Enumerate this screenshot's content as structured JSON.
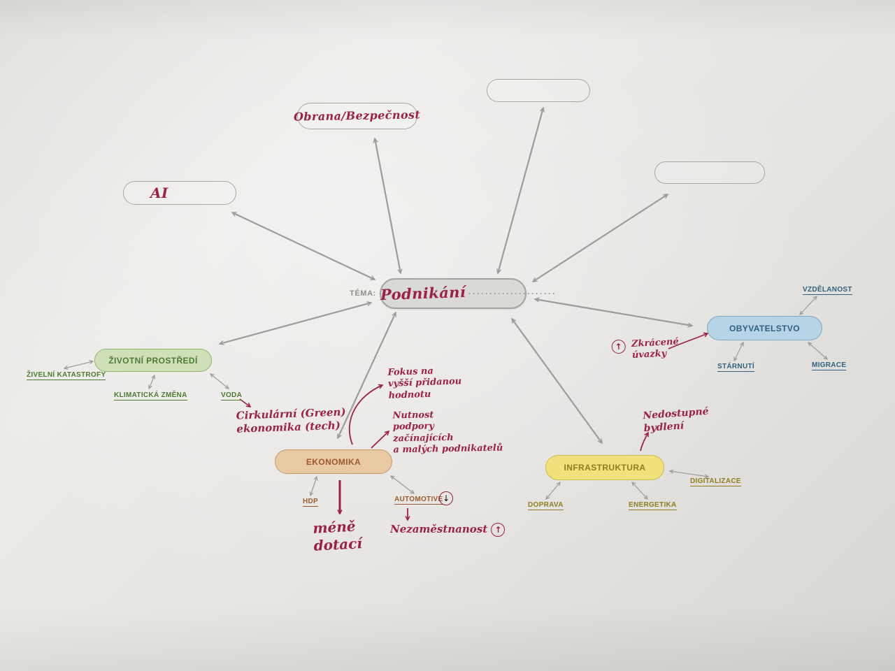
{
  "colors": {
    "paper": "#e7e5e2",
    "arrow_gray": "#9c9c9a",
    "handwriting_red": "#9b2242",
    "center_fill": "#d9d9d6",
    "green_fill": "#cfe0b8",
    "green_text": "#4e7a34",
    "tan_fill": "#e9c9a4",
    "tan_text": "#9c5b2e",
    "yellow_fill": "#f1e17c",
    "yellow_text": "#8f7d1e",
    "blue_fill": "#b7d3e6",
    "blue_text": "#2f617f"
  },
  "center": {
    "prefix": "TÉMA:",
    "topic": "Podnikání",
    "dots": "·····················"
  },
  "nodes": {
    "obrana": {
      "text": "Obrana/Bezpečnost"
    },
    "ai": {
      "text": "AI"
    },
    "zivotni_prostredi": {
      "label": "ŽIVOTNÍ PROSTŘEDÍ",
      "subs": {
        "zivelni_katastrofy": "ŽIVELNÍ KATASTROFY",
        "klimaticka_zmena": "KLIMATICKÁ ZMĚNA",
        "voda": "VODA"
      }
    },
    "ekonomika": {
      "label": "EKONOMIKA",
      "subs": {
        "hdp": "HDP",
        "automotive": "AUTOMOTIVE"
      }
    },
    "infrastruktura": {
      "label": "INFRASTRUKTURA",
      "subs": {
        "doprava": "DOPRAVA",
        "energetika": "ENERGETIKA",
        "digitalizace": "DIGITALIZACE"
      }
    },
    "obyvatelstvo": {
      "label": "OBYVATELSTVO",
      "subs": {
        "vzdelanost": "VZDĚLANOST",
        "starnuti": "STÁRNUTÍ",
        "migrace": "MIGRACE"
      }
    }
  },
  "handwritten": {
    "fokus": "Fokus na\nvyšší přidanou\nhodnotu",
    "nutnost": "Nutnost\npodpory\nzačínajících\na malých podnikatelů",
    "mene_dotaci": "méně\ndotací",
    "nezamestnanost": "Nezaměstnanost",
    "cirkularni": "Cirkulární (Green)\nekonomika (tech)",
    "nedostupne": "Nedostupné\nbydlení",
    "zkracene": "Zkrácené\núvazky",
    "up_arrow": "↑",
    "down_arrow": "↓"
  }
}
